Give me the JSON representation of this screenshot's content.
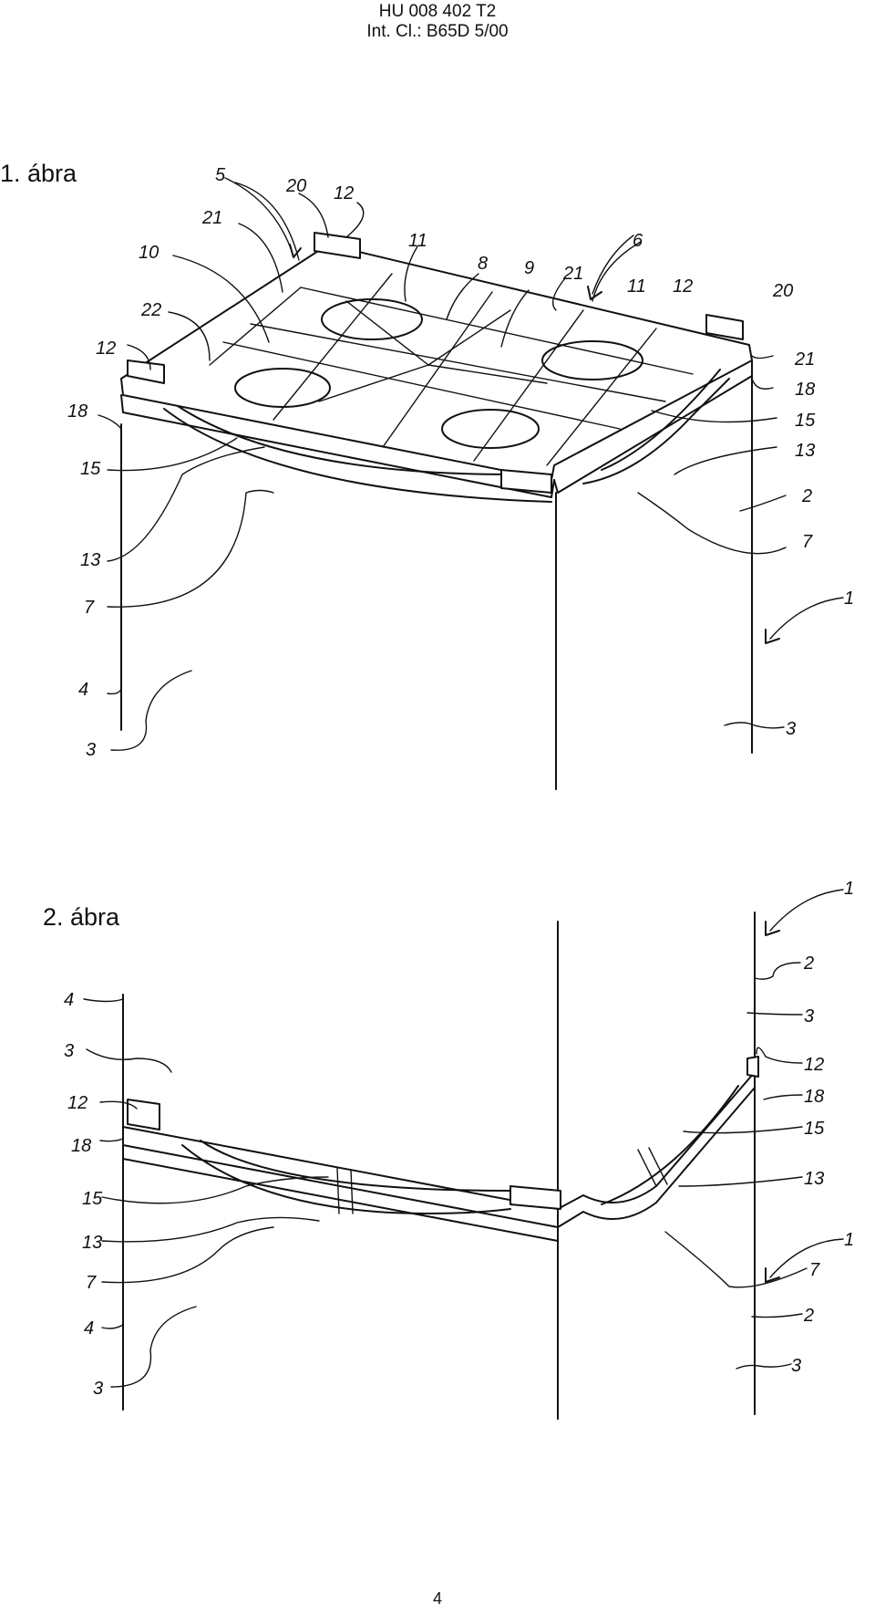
{
  "header": {
    "doc_number": "HU 008 402 T2",
    "classification": "Int. Cl.: B65D 5/00"
  },
  "figures": [
    {
      "title": "1. ábra",
      "labels": [
        "5",
        "20",
        "12",
        "21",
        "11",
        "8",
        "9",
        "21",
        "6",
        "11",
        "12",
        "20",
        "10",
        "22",
        "12",
        "21",
        "18",
        "18",
        "15",
        "15",
        "13",
        "13",
        "2",
        "7",
        "7",
        "1",
        "4",
        "3",
        "3"
      ]
    },
    {
      "title": "2. ábra",
      "labels": [
        "1",
        "2",
        "4",
        "3",
        "3",
        "12",
        "12",
        "18",
        "18",
        "15",
        "15",
        "13",
        "13",
        "1",
        "7",
        "7",
        "4",
        "2",
        "3",
        "3"
      ]
    }
  ],
  "page_number": "4"
}
